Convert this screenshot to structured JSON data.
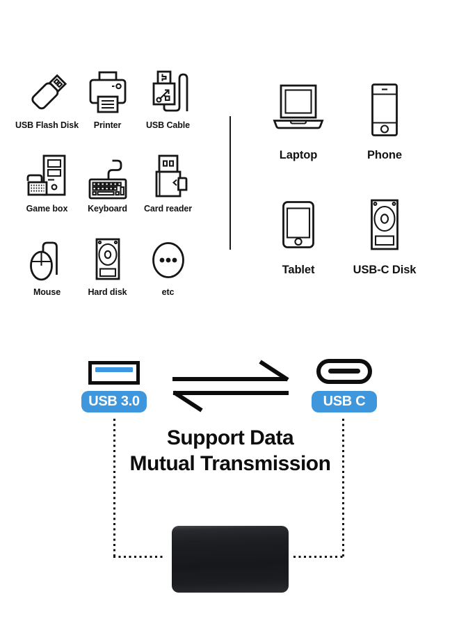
{
  "compat_left": {
    "items": [
      {
        "label": "USB Flash Disk",
        "icon": "usb-flash-disk-icon"
      },
      {
        "label": "Printer",
        "icon": "printer-icon"
      },
      {
        "label": "USB Cable",
        "icon": "usb-cable-icon"
      },
      {
        "label": "Game box",
        "icon": "game-box-icon"
      },
      {
        "label": "Keyboard",
        "icon": "keyboard-icon"
      },
      {
        "label": "Card reader",
        "icon": "card-reader-icon"
      },
      {
        "label": "Mouse",
        "icon": "mouse-icon"
      },
      {
        "label": "Hard disk",
        "icon": "hard-disk-icon"
      },
      {
        "label": "etc",
        "icon": "ellipsis-icon"
      }
    ]
  },
  "compat_right": {
    "items": [
      {
        "label": "Laptop",
        "icon": "laptop-icon"
      },
      {
        "label": "Phone",
        "icon": "phone-icon"
      },
      {
        "label": "Tablet",
        "icon": "tablet-icon"
      },
      {
        "label": "USB-C Disk",
        "icon": "usbc-disk-icon"
      }
    ]
  },
  "transfer": {
    "left_port_label": "USB 3.0",
    "right_port_label": "USB C",
    "caption_line1": "Support Data",
    "caption_line2": "Mutual Transmission"
  },
  "colors": {
    "accent_blue": "#3e97dc",
    "usb3_tab_blue": "#3b97e3",
    "ink": "#161616",
    "enclosure_black": "#18181b"
  }
}
